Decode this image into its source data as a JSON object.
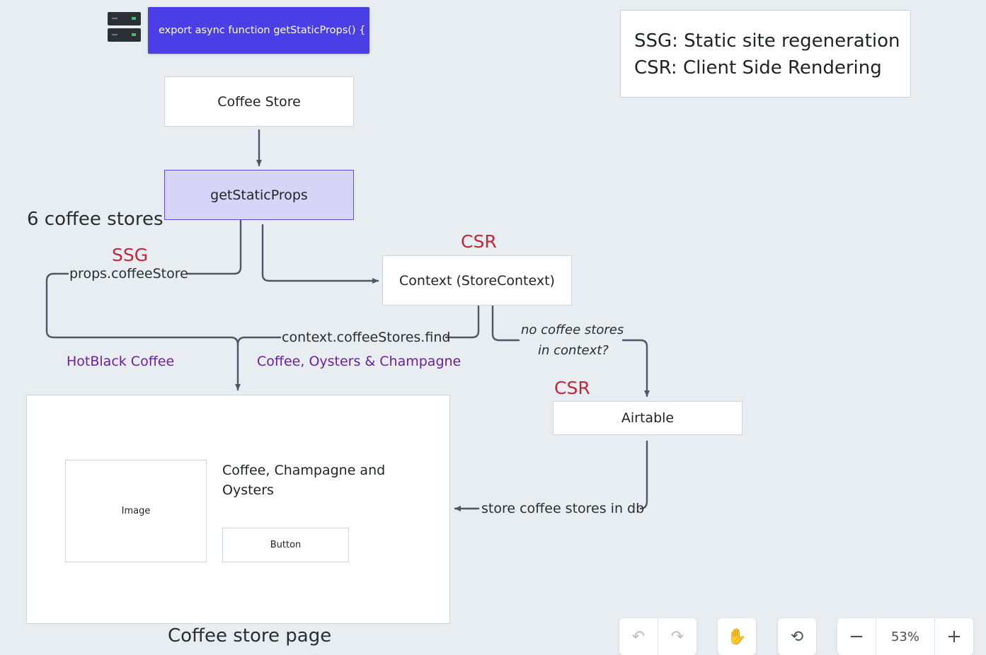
{
  "server_badge": {
    "code": "export async function getStaticProps() {"
  },
  "legend": {
    "line1": "SSG: Static site regeneration",
    "line2": "CSR: Client Side Rendering"
  },
  "nodes": {
    "coffee_store": "Coffee Store",
    "get_static_props": "getStaticProps",
    "context": "Context (StoreContext)",
    "airtable": "Airtable"
  },
  "labels": {
    "six_stores": "6 coffee stores",
    "ssg": "SSG",
    "csr_context": "CSR",
    "csr_airtable": "CSR",
    "props": "props.coffeeStore",
    "context_find": "context.coffeeStores.find",
    "no_stores_1": "no coffee stores",
    "no_stores_2": "in context?",
    "hotblack": "HotBlack Coffee",
    "oysters": "Coffee, Oysters & Champagne",
    "store_db": "store coffee stores in db"
  },
  "page_mock": {
    "image": "Image",
    "title_line1": "Coffee, Champagne and",
    "title_line2": "Oysters",
    "button": "Button",
    "caption": "Coffee store page"
  },
  "toolbar": {
    "undo_icon": "↶",
    "redo_icon": "↷",
    "hand_icon": "✋",
    "history_icon": "⟲",
    "zoom_out": "−",
    "zoom_level": "53%",
    "zoom_in": "+"
  },
  "colors": {
    "canvas": "#e8edf1",
    "accent_blue": "#4a3ee6",
    "purple_fill": "#d7d5f7",
    "csr_red": "#c0283a",
    "label_violet": "#6a1fa8"
  }
}
